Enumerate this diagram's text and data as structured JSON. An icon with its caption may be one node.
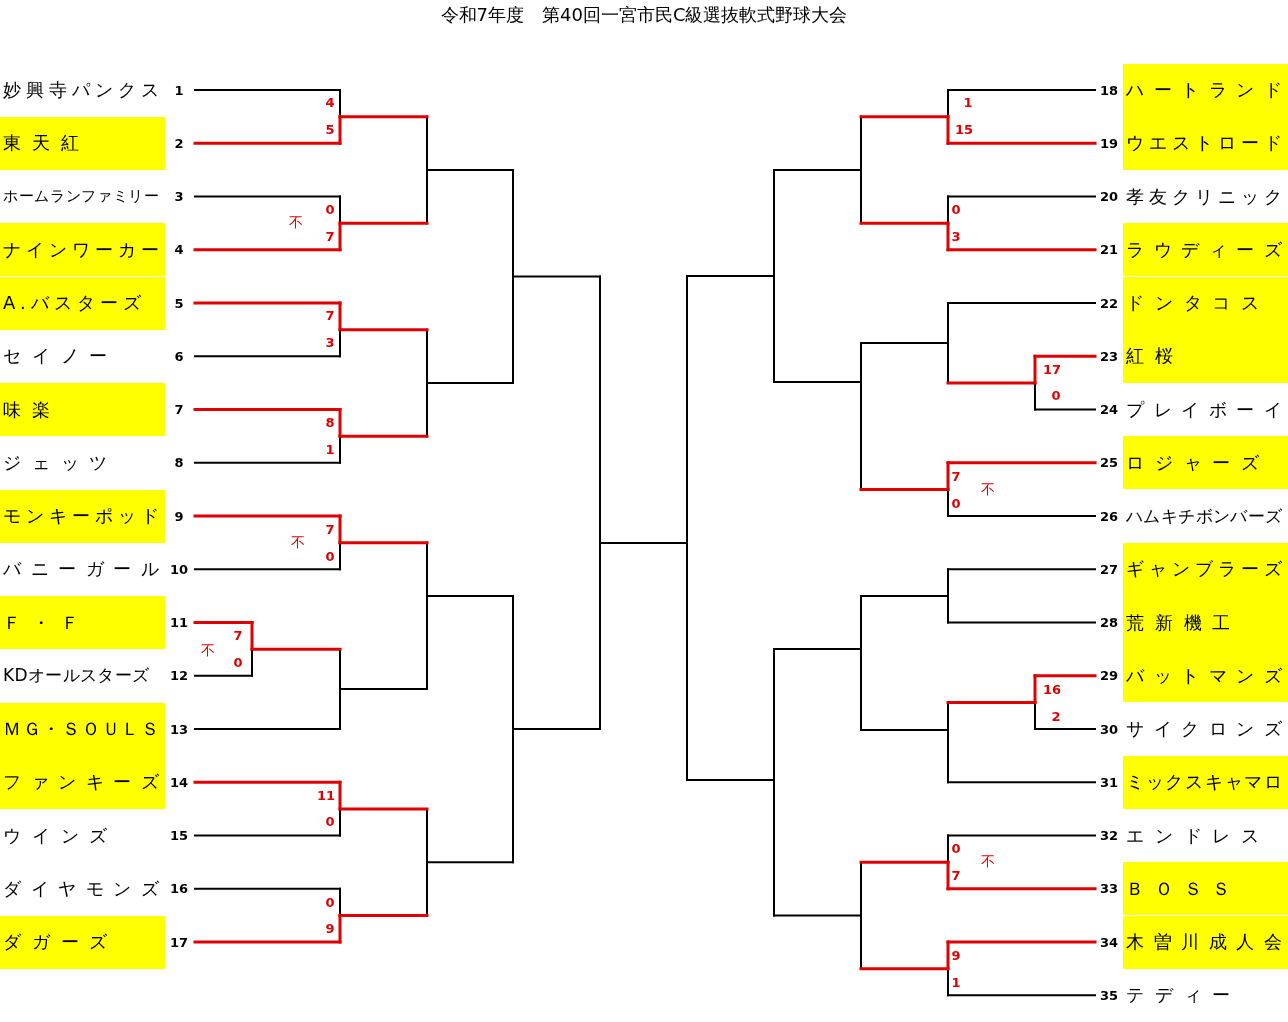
{
  "diagram": {
    "title": "令和7年度　第40回一宮市民C級選抜軟式野球大会",
    "nodes": [
      {
        "text": [
          "妙興寺パンクス"
        ],
        "beside": [
          "1"
        ]
      },
      {
        "text": [
          "東天紅"
        ],
        "beside": [
          "2"
        ]
      },
      {
        "text": [
          "ホームランファミリー"
        ],
        "beside": [
          "3"
        ]
      },
      {
        "text": [
          "ナインワーカー"
        ],
        "beside": [
          "4"
        ]
      },
      {
        "text": [
          "A.バスターズ"
        ],
        "beside": [
          "5"
        ]
      },
      {
        "text": [
          "セイノー"
        ],
        "beside": [
          "6"
        ]
      },
      {
        "text": [
          "味楽"
        ],
        "beside": [
          "7"
        ]
      },
      {
        "text": [
          "ジェッツ"
        ],
        "beside": [
          "8"
        ]
      },
      {
        "text": [
          "モンキーポッド"
        ],
        "beside": [
          "9"
        ]
      },
      {
        "text": [
          "バニーガール"
        ],
        "beside": [
          "10"
        ]
      },
      {
        "text": [
          "Ｆ・Ｆ"
        ],
        "beside": [
          "11"
        ]
      },
      {
        "text": [
          "KDオールスターズ"
        ],
        "beside": [
          "12"
        ]
      },
      {
        "text": [
          "ＭＧ・ＳＯＵＬＳ"
        ],
        "beside": [
          "13"
        ]
      },
      {
        "text": [
          "ファンキーズ"
        ],
        "beside": [
          "14"
        ]
      },
      {
        "text": [
          "ウインズ"
        ],
        "beside": [
          "15"
        ]
      },
      {
        "text": [
          "ダイヤモンズ"
        ],
        "beside": [
          "16"
        ]
      },
      {
        "text": [
          "ダガーズ"
        ],
        "beside": [
          "17"
        ]
      },
      {
        "text": [
          "ハートランド"
        ],
        "beside": [
          "18"
        ]
      },
      {
        "text": [
          "ウエストロード"
        ],
        "beside": [
          "19"
        ]
      },
      {
        "text": [
          "孝友クリニック"
        ],
        "beside": [
          "20"
        ]
      },
      {
        "text": [
          "ラウディーズ"
        ],
        "beside": [
          "21"
        ]
      },
      {
        "text": [
          "ドンタコス"
        ],
        "beside": [
          "22"
        ]
      },
      {
        "text": [
          "紅桜"
        ],
        "beside": [
          "23"
        ]
      },
      {
        "text": [
          "プレイボーイ"
        ],
        "beside": [
          "24"
        ]
      },
      {
        "text": [
          "ロジャーズ"
        ],
        "beside": [
          "25"
        ]
      },
      {
        "text": [
          "ハムキチボンバーズ"
        ],
        "beside": [
          "26"
        ]
      },
      {
        "text": [
          "ギャンブラーズ"
        ],
        "beside": [
          "27"
        ]
      },
      {
        "text": [
          "荒新機工"
        ],
        "beside": [
          "28"
        ]
      },
      {
        "text": [
          "バットマンズ"
        ],
        "beside": [
          "29"
        ]
      },
      {
        "text": [
          "サイクロンズ"
        ],
        "beside": [
          "30"
        ]
      },
      {
        "text": [
          "ミックスキャマロ"
        ],
        "beside": [
          "31"
        ]
      },
      {
        "text": [
          "エンドレス"
        ],
        "beside": [
          "32"
        ]
      },
      {
        "text": [
          "ＢＯＳＳ"
        ],
        "beside": [
          "33"
        ]
      },
      {
        "text": [
          "木曽川成人会"
        ],
        "beside": [
          "34"
        ]
      },
      {
        "text": [
          "テディー"
        ],
        "beside": [
          "35"
        ]
      }
    ],
    "labels": [
      "4",
      "5",
      "0",
      "不",
      "7",
      "7",
      "3",
      "8",
      "1",
      "7",
      "不",
      "0",
      "7",
      "不",
      "0",
      "11",
      "0",
      "0",
      "9",
      "1",
      "15",
      "0",
      "3",
      "17",
      "0",
      "7",
      "不",
      "0",
      "16",
      "2",
      "0",
      "不",
      "7",
      "9",
      "1"
    ]
  }
}
